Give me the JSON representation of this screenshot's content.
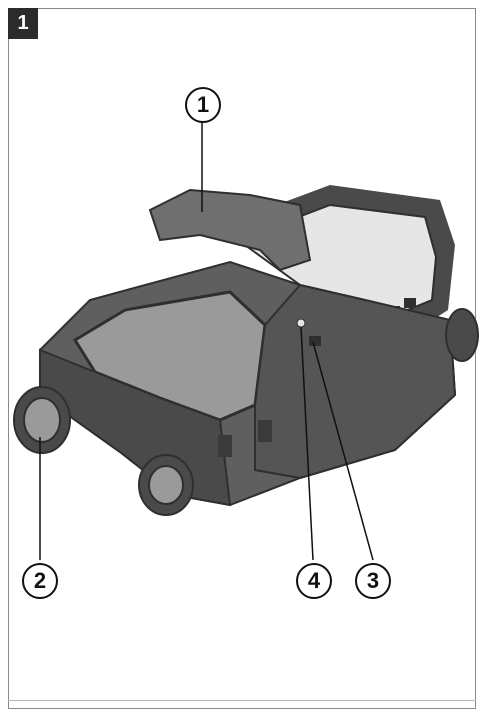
{
  "figure": {
    "number": "1"
  },
  "callouts": [
    {
      "id": "c1",
      "label": "1"
    },
    {
      "id": "c2",
      "label": "2"
    },
    {
      "id": "c3",
      "label": "3"
    },
    {
      "id": "c4",
      "label": "4"
    }
  ],
  "colors": {
    "body": "#5f5f5f",
    "body_dark": "#2f2f2f",
    "body_light": "#9a9a9a",
    "screen": "#e6e6e6",
    "tab": "#2b2b2b"
  }
}
